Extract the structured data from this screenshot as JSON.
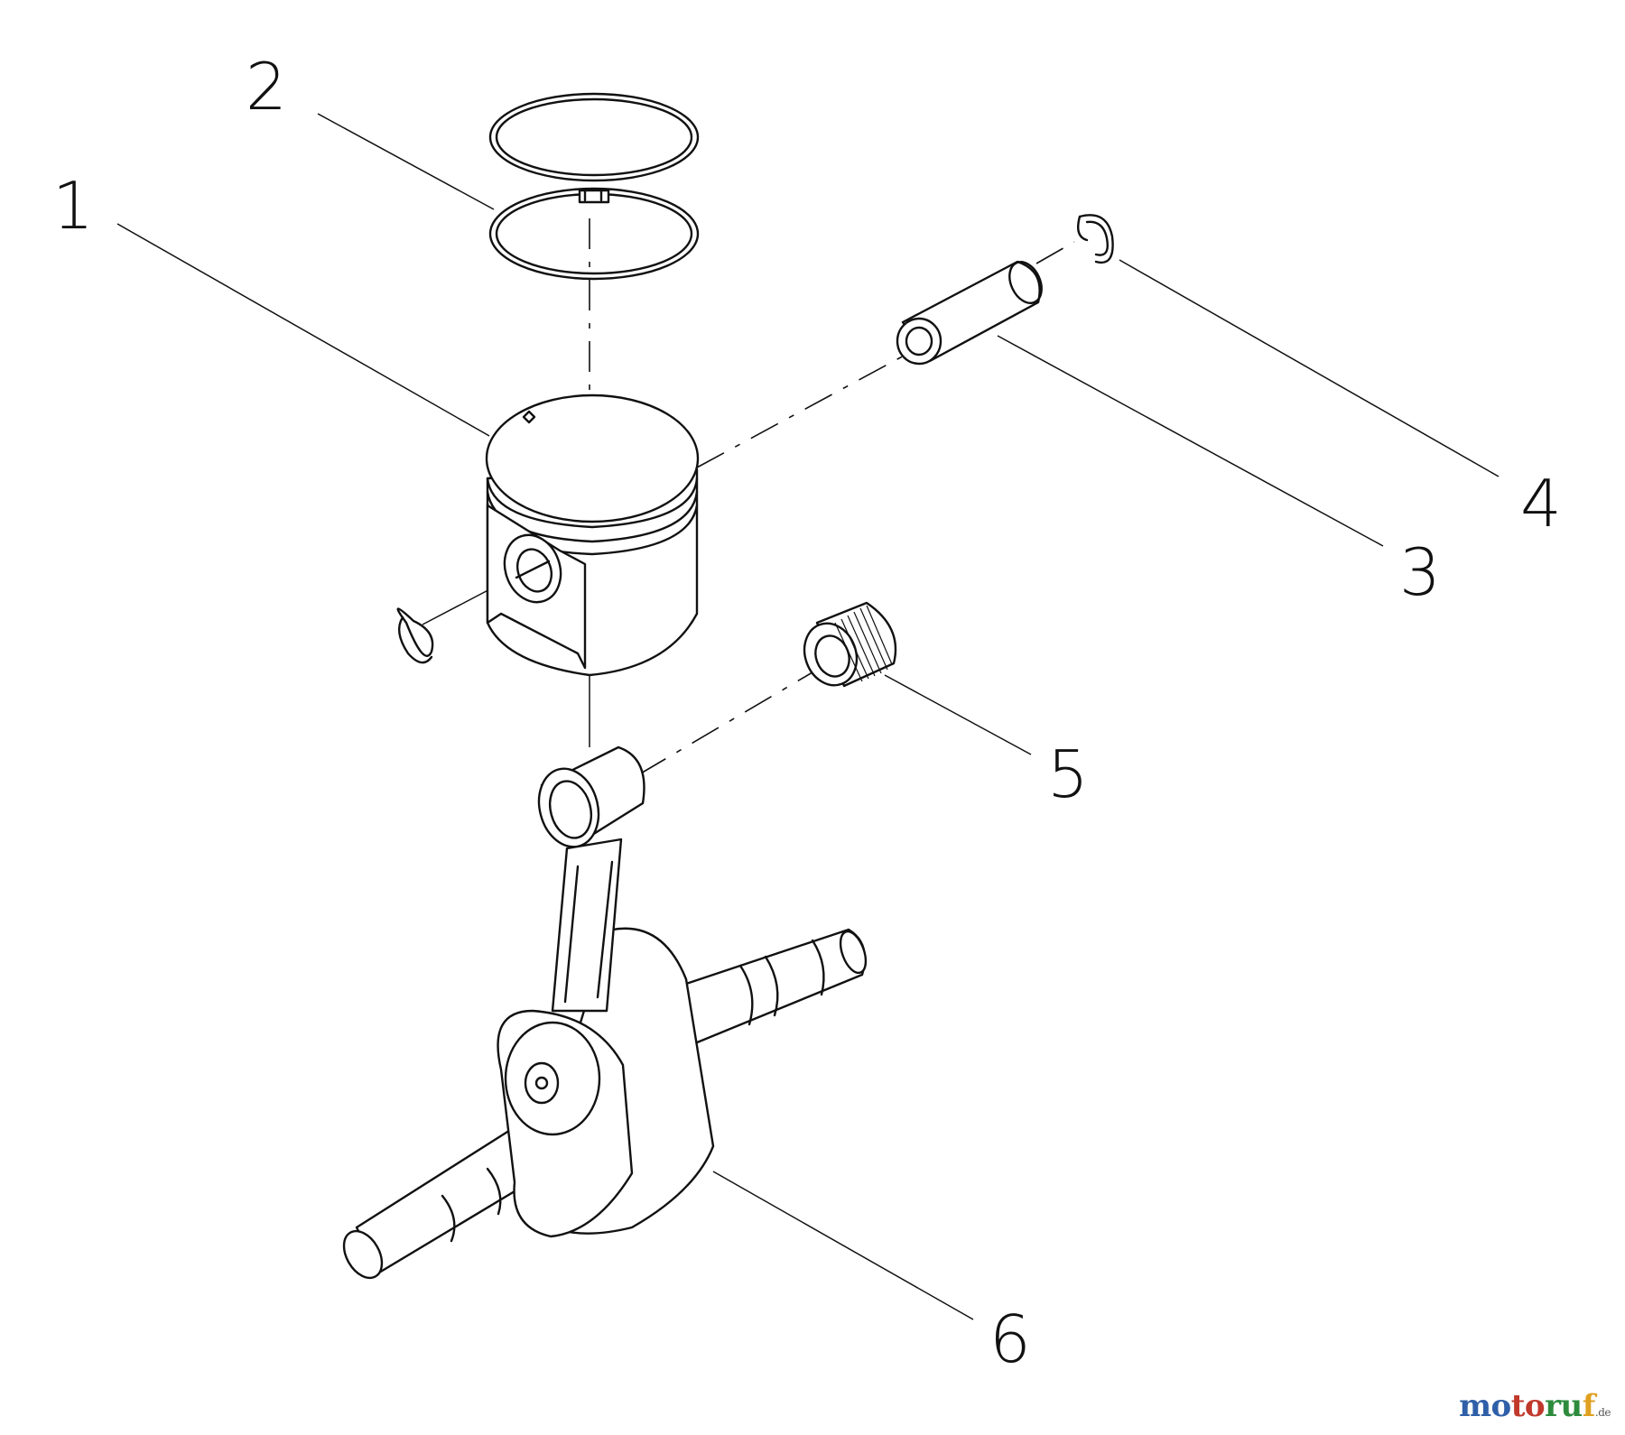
{
  "diagram": {
    "callouts": [
      {
        "id": "1",
        "label": "1"
      },
      {
        "id": "2",
        "label": "2"
      },
      {
        "id": "3",
        "label": "3"
      },
      {
        "id": "4",
        "label": "4"
      },
      {
        "id": "5",
        "label": "5"
      },
      {
        "id": "6",
        "label": "6"
      }
    ]
  },
  "watermark": {
    "part1": "mo",
    "part2": "to",
    "part3": "ru",
    "part4": "f",
    "tld": ".de"
  }
}
